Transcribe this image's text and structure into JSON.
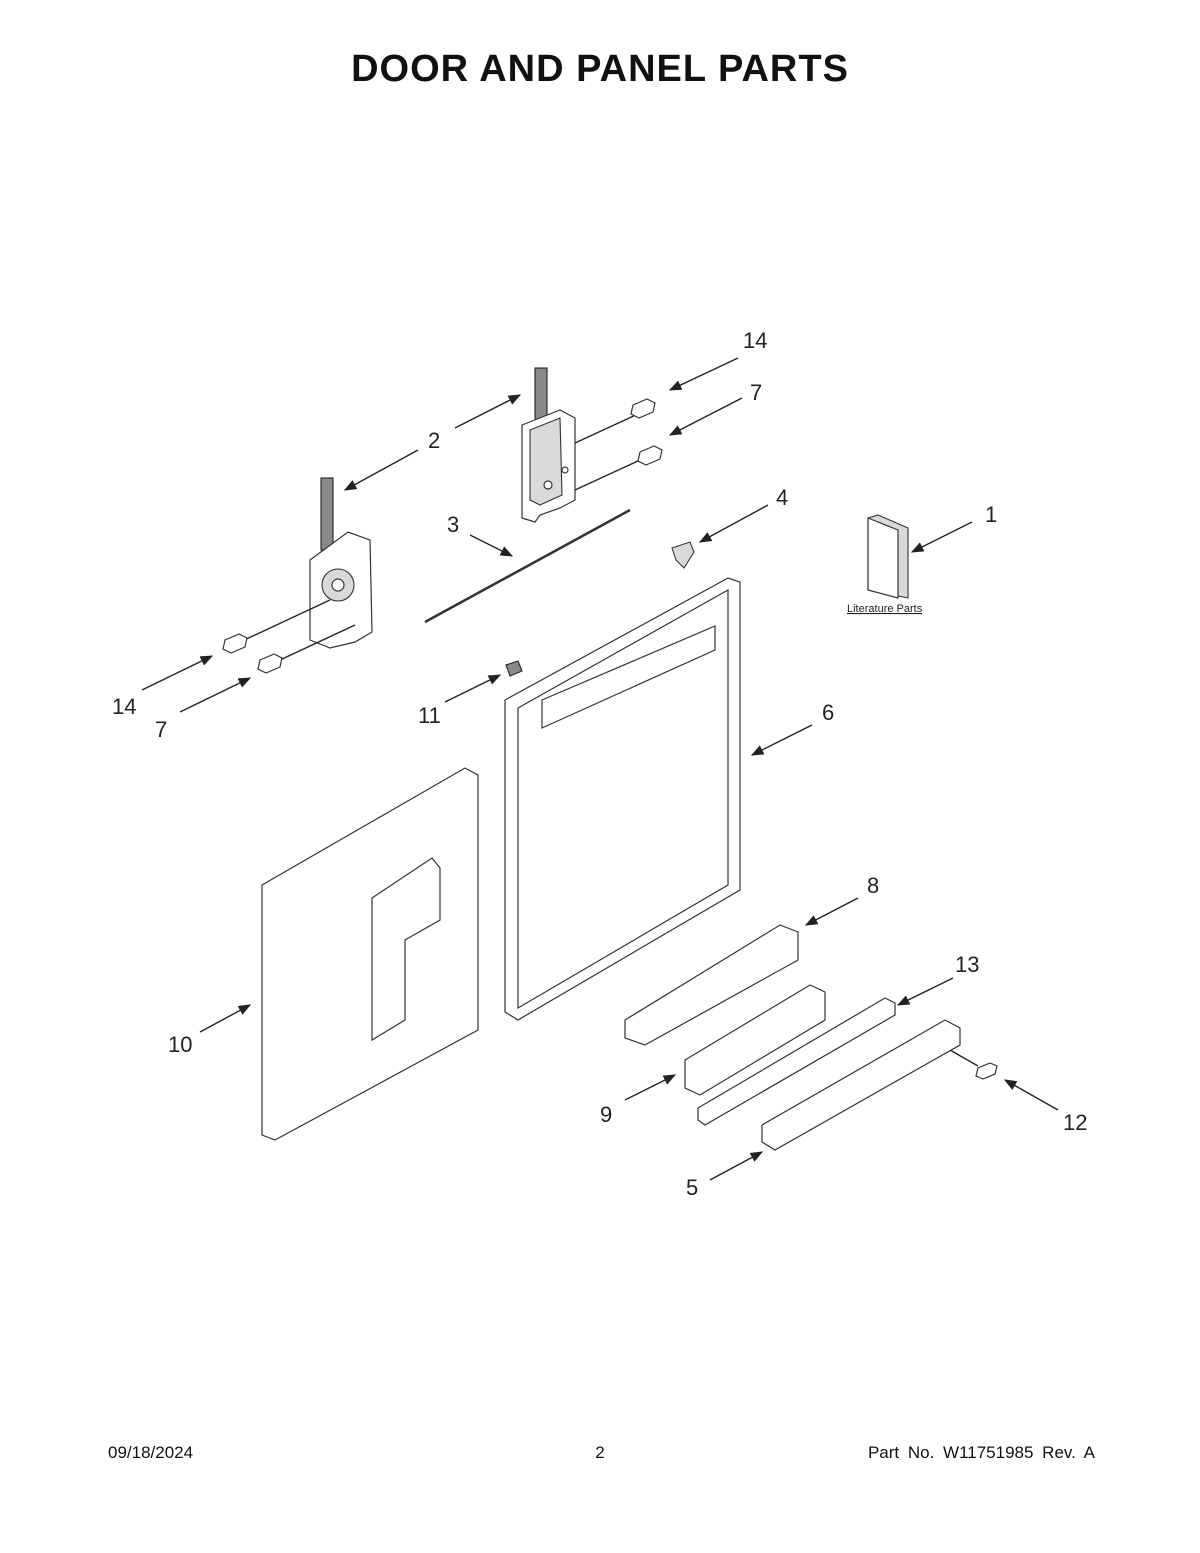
{
  "title": "DOOR AND PANEL PARTS",
  "callouts": [
    {
      "id": "c14a",
      "label": "14"
    },
    {
      "id": "c7a",
      "label": "7"
    },
    {
      "id": "c2",
      "label": "2"
    },
    {
      "id": "c4",
      "label": "4"
    },
    {
      "id": "c1",
      "label": "1"
    },
    {
      "id": "c3",
      "label": "3"
    },
    {
      "id": "c14b",
      "label": "14"
    },
    {
      "id": "c7b",
      "label": "7"
    },
    {
      "id": "c11",
      "label": "11"
    },
    {
      "id": "c6",
      "label": "6"
    },
    {
      "id": "c8",
      "label": "8"
    },
    {
      "id": "c13",
      "label": "13"
    },
    {
      "id": "c10",
      "label": "10"
    },
    {
      "id": "c9",
      "label": "9"
    },
    {
      "id": "c12",
      "label": "12"
    },
    {
      "id": "c5",
      "label": "5"
    }
  ],
  "literature_label": "Literature Parts",
  "footer": {
    "date": "09/18/2024",
    "page": "2",
    "part": "Part No.  W11751985  Rev.  A"
  }
}
